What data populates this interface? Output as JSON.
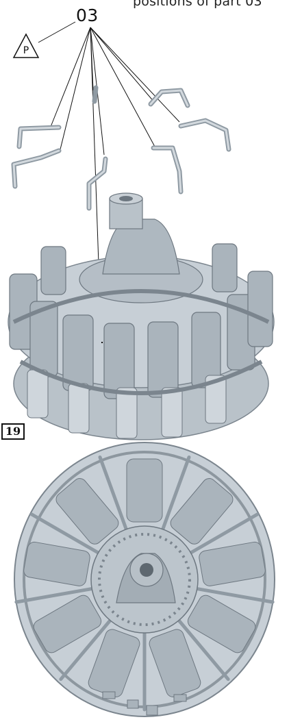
{
  "caption_cutoff": "positions of part 03",
  "part_number": "03",
  "paint_marker": "P",
  "step_number": "19",
  "colors": {
    "part_fill": "#c4ccd3",
    "part_shade": "#9aa4ad",
    "part_dark": "#6d7780",
    "ink": "#111111"
  }
}
